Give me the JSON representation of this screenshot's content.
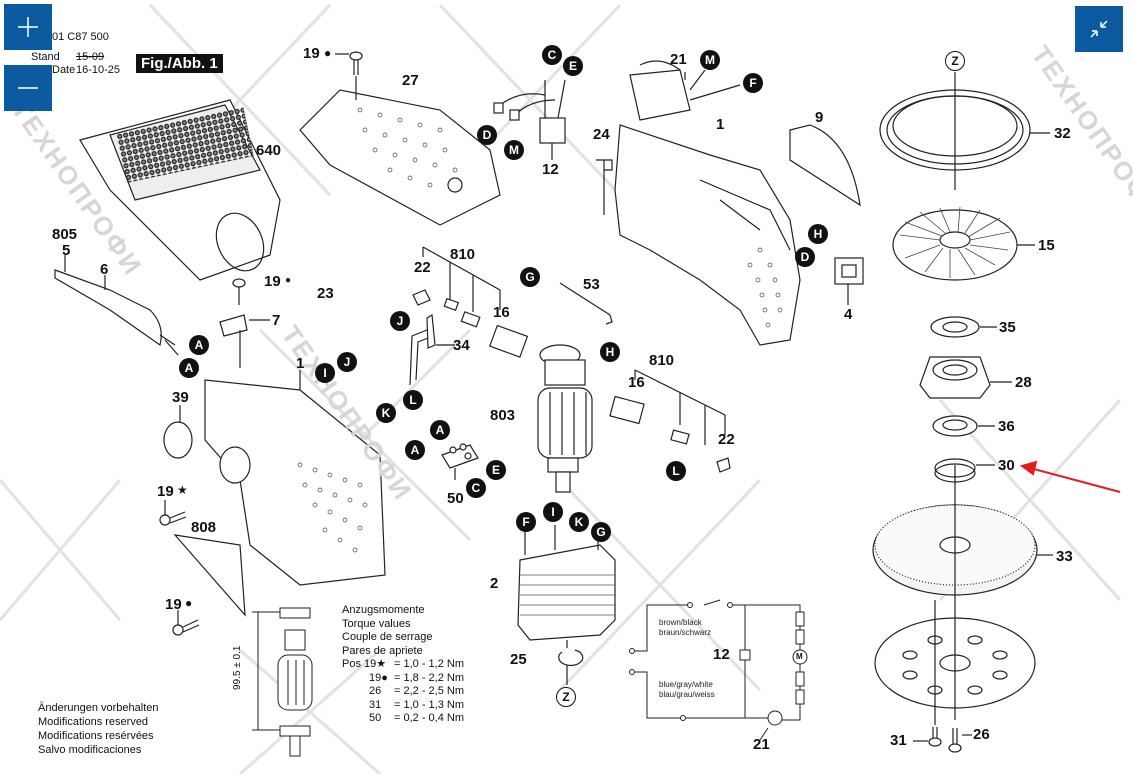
{
  "viewer": {
    "zoom_in_icon": "plus",
    "zoom_out_icon": "minus",
    "collapse_icon": "arrows-inward"
  },
  "header": {
    "part_number": "01 C87 500",
    "stand_label": "Stand",
    "date_label": "Date",
    "old_version": "15-09",
    "new_version": "16-10-25",
    "figure_label": "Fig./Abb. 1"
  },
  "watermarks": [
    "ТЕХНОПРОФИ",
    "ТЕХНОПРОФИ",
    "ТЕХНОПРОФИ"
  ],
  "part_labels": {
    "p640": "640",
    "p27": "27",
    "p19_top": "19",
    "p21_top": "21",
    "p24": "24",
    "p1_top": "1",
    "p9": "9",
    "p12_top": "12",
    "p805": "805",
    "p5": "5",
    "p6": "6",
    "p19_mid": "19",
    "p7": "7",
    "p23": "23",
    "p1_left": "1",
    "p810_a": "810",
    "p22_a": "22",
    "p16_a": "16",
    "p34": "34",
    "p53": "53",
    "p803": "803",
    "p810_b": "810",
    "p16_b": "16",
    "p22_b": "22",
    "p4": "4",
    "p50": "50",
    "p2": "2",
    "p25": "25",
    "p39": "39",
    "p19_star": "19",
    "p808": "808",
    "p19_bot": "19",
    "p32": "32",
    "p15": "15",
    "p35": "35",
    "p28": "28",
    "p36": "36",
    "p30": "30",
    "p33": "33",
    "p31": "31",
    "p26": "26",
    "p12_wiring": "12",
    "p21_wiring": "21"
  },
  "connectors": {
    "c1": "C",
    "e1": "E",
    "d1": "D",
    "m1": "M",
    "m2": "M",
    "f1": "F",
    "h1": "H",
    "d2": "D",
    "g1": "G",
    "h2": "H",
    "j1": "J",
    "k1": "K",
    "l1": "L",
    "i1": "I",
    "j2": "J",
    "a1": "A",
    "a2": "A",
    "a3": "A",
    "a4": "A",
    "e2": "E",
    "c2": "C",
    "l2": "L",
    "f2": "F",
    "i2": "I",
    "k2": "K",
    "g2": "G",
    "z1": "Z",
    "z2": "Z"
  },
  "torque": {
    "title_de": "Anzugsmomente",
    "title_en": "Torque values",
    "title_fr": "Couple de serrage",
    "title_es": "Pares de apriete",
    "rows": [
      {
        "pos": "Pos 19★",
        "value": "= 1,0 - 1,2 Nm"
      },
      {
        "pos": "19●",
        "value": "= 1,8 - 2,2 Nm"
      },
      {
        "pos": "26",
        "value": "= 2,2 - 2,5 Nm"
      },
      {
        "pos": "31",
        "value": "= 1,0 - 1,3 Nm"
      },
      {
        "pos": "50",
        "value": "= 0,2 - 0,4 Nm"
      }
    ]
  },
  "dimension": "99.5 ± 0.1",
  "notice": {
    "de": "Änderungen vorbehalten",
    "en": "Modifications reserved",
    "fr": "Modifications resérvées",
    "es": "Salvo modificaciones"
  },
  "wiring": {
    "wire1_en": "brown/black",
    "wire1_de": "braun/schwarz",
    "wire2_en": "blue/gray/white",
    "wire2_de": "blau/grau/weiss",
    "motor_symbol": "M"
  },
  "highlight_color": "#e02020",
  "control_color": "#0b5aa0"
}
